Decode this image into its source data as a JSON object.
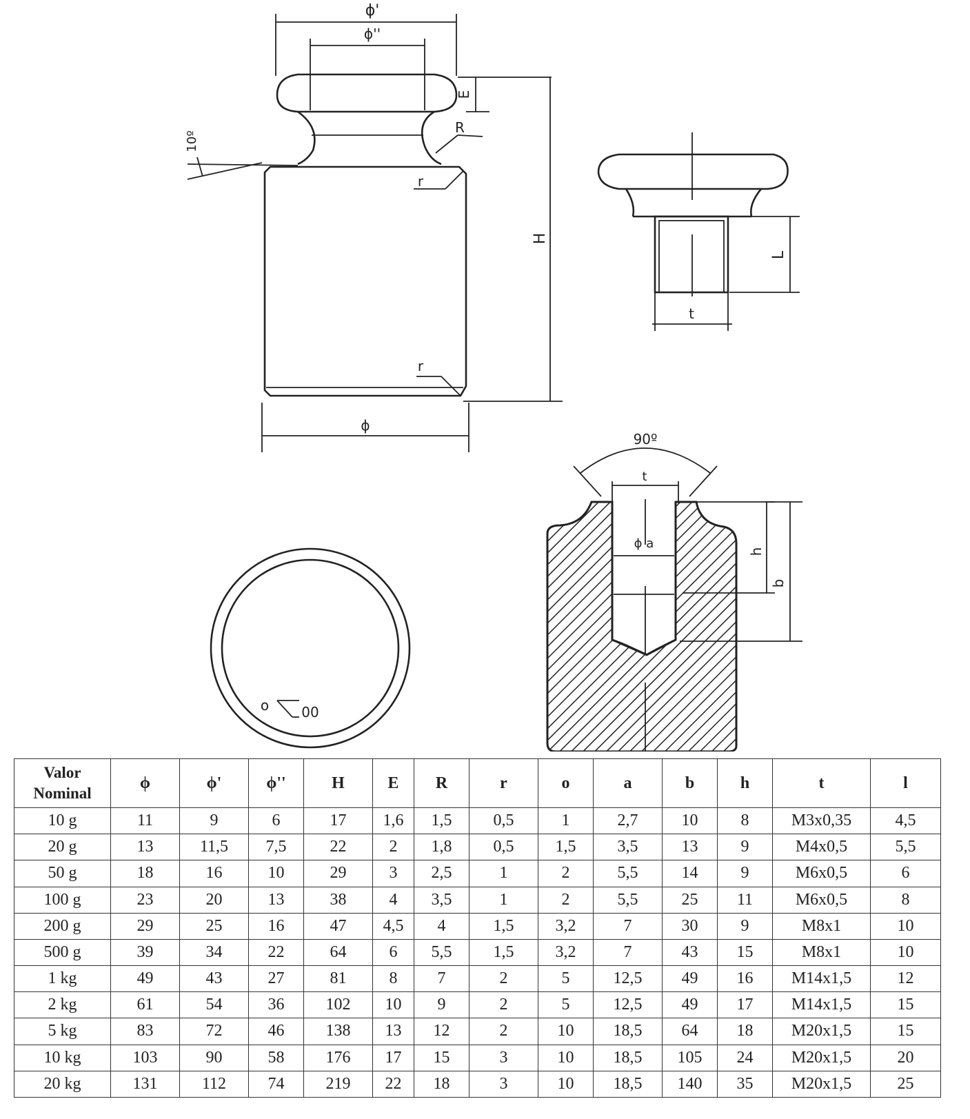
{
  "labels": {
    "phi": "ϕ",
    "phi_prime": "ϕ'",
    "phi_double_prime": "ϕ''",
    "E": "E",
    "H": "H",
    "R": "R",
    "r_top": "r",
    "r_bottom": "r",
    "angle_10": "10º",
    "L": "L",
    "t_knob": "t",
    "angle_90": "90º",
    "t_section": "t",
    "phi_a": "ϕ a",
    "h": "h",
    "b": "b",
    "o": "o",
    "oo": "00"
  },
  "table": {
    "headers": [
      "Valor Nominal",
      "ϕ",
      "ϕ'",
      "ϕ''",
      "H",
      "E",
      "R",
      "r",
      "o",
      "a",
      "b",
      "h",
      "t",
      "l"
    ],
    "rows": [
      [
        "10 g",
        "11",
        "9",
        "6",
        "17",
        "1,6",
        "1,5",
        "0,5",
        "1",
        "2,7",
        "10",
        "8",
        "M3x0,35",
        "4,5"
      ],
      [
        "20 g",
        "13",
        "11,5",
        "7,5",
        "22",
        "2",
        "1,8",
        "0,5",
        "1,5",
        "3,5",
        "13",
        "9",
        "M4x0,5",
        "5,5"
      ],
      [
        "50 g",
        "18",
        "16",
        "10",
        "29",
        "3",
        "2,5",
        "1",
        "2",
        "5,5",
        "14",
        "9",
        "M6x0,5",
        "6"
      ],
      [
        "100 g",
        "23",
        "20",
        "13",
        "38",
        "4",
        "3,5",
        "1",
        "2",
        "5,5",
        "25",
        "11",
        "M6x0,5",
        "8"
      ],
      [
        "200 g",
        "29",
        "25",
        "16",
        "47",
        "4,5",
        "4",
        "1,5",
        "3,2",
        "7",
        "30",
        "9",
        "M8x1",
        "10"
      ],
      [
        "500 g",
        "39",
        "34",
        "22",
        "64",
        "6",
        "5,5",
        "1,5",
        "3,2",
        "7",
        "43",
        "15",
        "M8x1",
        "10"
      ],
      [
        "1 kg",
        "49",
        "43",
        "27",
        "81",
        "8",
        "7",
        "2",
        "5",
        "12,5",
        "49",
        "16",
        "M14x1,5",
        "12"
      ],
      [
        "2 kg",
        "61",
        "54",
        "36",
        "102",
        "10",
        "9",
        "2",
        "5",
        "12,5",
        "49",
        "17",
        "M14x1,5",
        "15"
      ],
      [
        "5 kg",
        "83",
        "72",
        "46",
        "138",
        "13",
        "12",
        "2",
        "10",
        "18,5",
        "64",
        "18",
        "M20x1,5",
        "15"
      ],
      [
        "10 kg",
        "103",
        "90",
        "58",
        "176",
        "17",
        "15",
        "3",
        "10",
        "18,5",
        "105",
        "24",
        "M20x1,5",
        "20"
      ],
      [
        "20 kg",
        "131",
        "112",
        "74",
        "219",
        "22",
        "18",
        "3",
        "10",
        "18,5",
        "140",
        "35",
        "M20x1,5",
        "25"
      ]
    ]
  }
}
